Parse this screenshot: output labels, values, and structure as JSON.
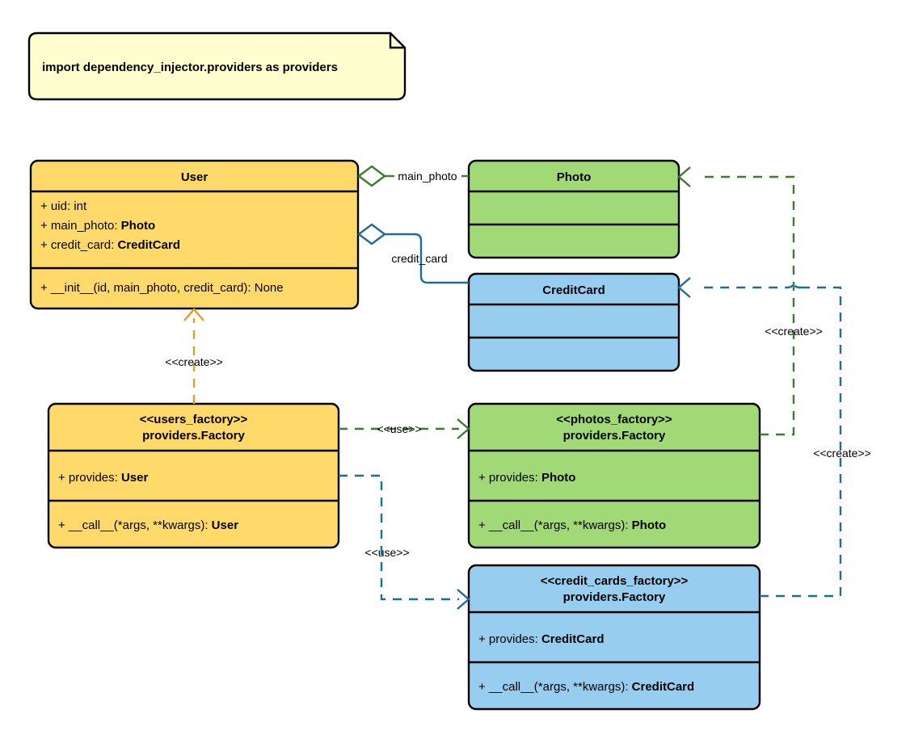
{
  "diagram": {
    "kind": "uml-class-diagram",
    "background": "#ffffff",
    "note": {
      "text": "import dependency_injector.providers as providers",
      "fill": "#FEFECE",
      "border": "#000000"
    },
    "colors": {
      "user_fill": "#FFDA6B",
      "photo_fill": "#A2D977",
      "credit_fill": "#97CEF0",
      "green_edge": "#3A7D2C",
      "blue_edge": "#1A6E99",
      "gold_edge": "#E0A020",
      "border": "#000000",
      "text": "#000000"
    },
    "classes": [
      {
        "id": "user",
        "title": "User",
        "attributes": [
          "+ uid: int",
          "+ main_photo: Photo",
          "+ credit_card: CreditCard"
        ],
        "methods": [
          "+ __init__(id, main_photo, credit_card): None"
        ]
      },
      {
        "id": "photo",
        "title": "Photo",
        "attributes": [],
        "methods": []
      },
      {
        "id": "creditcard",
        "title": "CreditCard",
        "attributes": [],
        "methods": []
      },
      {
        "id": "users_factory",
        "stereotype": "<<users_factory>>",
        "title": "providers.Factory",
        "attributes": [
          "+ provides: User"
        ],
        "methods": [
          "+ __call__(*args, **kwargs): User"
        ]
      },
      {
        "id": "photos_factory",
        "stereotype": "<<photos_factory>>",
        "title": "providers.Factory",
        "attributes": [
          "+ provides: Photo"
        ],
        "methods": [
          "+ __call__(*args, **kwargs): Photo"
        ]
      },
      {
        "id": "credit_cards_factory",
        "stereotype": "<<credit_cards_factory>>",
        "title": "providers.Factory",
        "attributes": [
          "+ provides: CreditCard"
        ],
        "methods": [
          "+ __call__(*args, **kwargs): CreditCard"
        ]
      }
    ],
    "edges": [
      {
        "id": "user-photo",
        "label": "main_photo",
        "type": "aggregation",
        "from": "user",
        "to": "photo"
      },
      {
        "id": "user-creditcard",
        "label": "credit_card",
        "type": "aggregation",
        "from": "user",
        "to": "creditcard"
      },
      {
        "id": "usersfactory-user",
        "label": "<<create>>",
        "type": "dependency",
        "from": "users_factory",
        "to": "user"
      },
      {
        "id": "usersf-photosf",
        "label": "<<use>>",
        "type": "dependency",
        "from": "users_factory",
        "to": "photos_factory"
      },
      {
        "id": "usersf-creditf",
        "label": "<<use>>",
        "type": "dependency",
        "from": "users_factory",
        "to": "credit_cards_factory"
      },
      {
        "id": "photosf-photo",
        "label": "<<create>>",
        "type": "dependency",
        "from": "photos_factory",
        "to": "photo"
      },
      {
        "id": "creditf-creditcard",
        "label": "<<create>>",
        "type": "dependency",
        "from": "credit_cards_factory",
        "to": "creditcard"
      }
    ]
  }
}
